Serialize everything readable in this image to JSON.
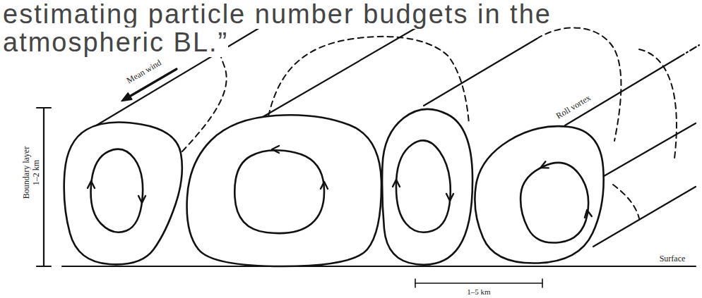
{
  "diagram": {
    "labels": [
      "estimating particle number budgets in the atmospheric BL.”",
      "Mean wind",
      "Roll vortex",
      "Boundary layer",
      "1–2 km",
      "Surface",
      "1–5 km"
    ]
  }
}
